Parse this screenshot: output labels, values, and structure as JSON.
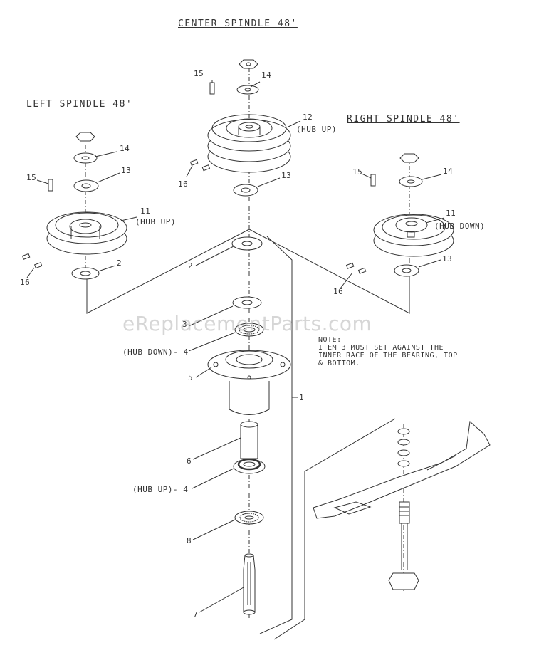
{
  "titles": {
    "center": "CENTER SPINDLE 48'",
    "left": "LEFT SPINDLE 48'",
    "right": "RIGHT SPINDLE 48'"
  },
  "labels": {
    "c15": "15",
    "c14": "14",
    "c12": "12",
    "c12_note": "(HUB UP)",
    "c16": "16",
    "c13": "13",
    "l14": "14",
    "l13": "13",
    "l15": "15",
    "l11": "11",
    "l11_note": "(HUB UP)",
    "l2": "2",
    "l16": "16",
    "r15": "15",
    "r14": "14",
    "r11": "11",
    "r11_note": "(HUB DOWN)",
    "r13": "13",
    "r16": "16",
    "s2": "2",
    "s3": "3",
    "s4_top": "(HUB DOWN)- 4",
    "s5": "5",
    "s1": "1",
    "s6": "6",
    "s4_bottom": "(HUB UP)- 4",
    "s8": "8",
    "s7": "7"
  },
  "note": {
    "line1": "NOTE:",
    "line2": "ITEM 3 MUST SET AGAINST THE",
    "line3": "INNER RACE OF THE BEARING, TOP",
    "line4": "& BOTTOM."
  },
  "watermark": "eReplacementParts.com",
  "colors": {
    "ink": "#333333",
    "watermark": "#b4b4b4"
  }
}
